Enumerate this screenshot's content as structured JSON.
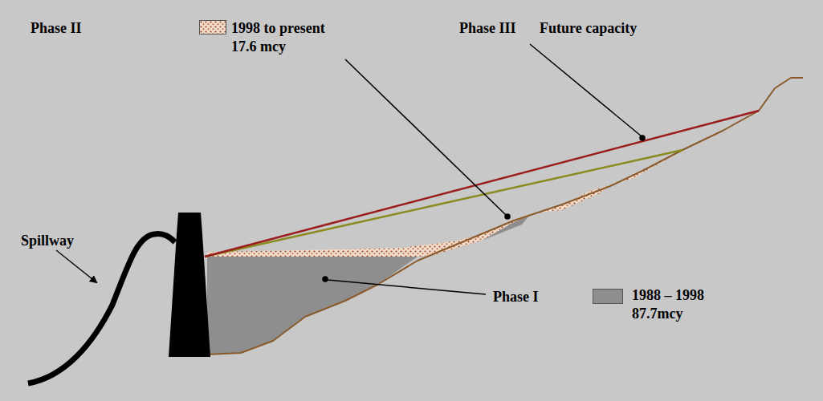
{
  "diagram": {
    "labels": [
      "Phase II",
      "Phase III",
      "Future capacity",
      "Spillway",
      "Phase I"
    ],
    "legend": [
      {
        "text": "1998 to present 17.6 mcy"
      },
      {
        "text": "1988 – 1998 87.7mcy",
        "color": "#8e8e8e"
      }
    ]
  }
}
